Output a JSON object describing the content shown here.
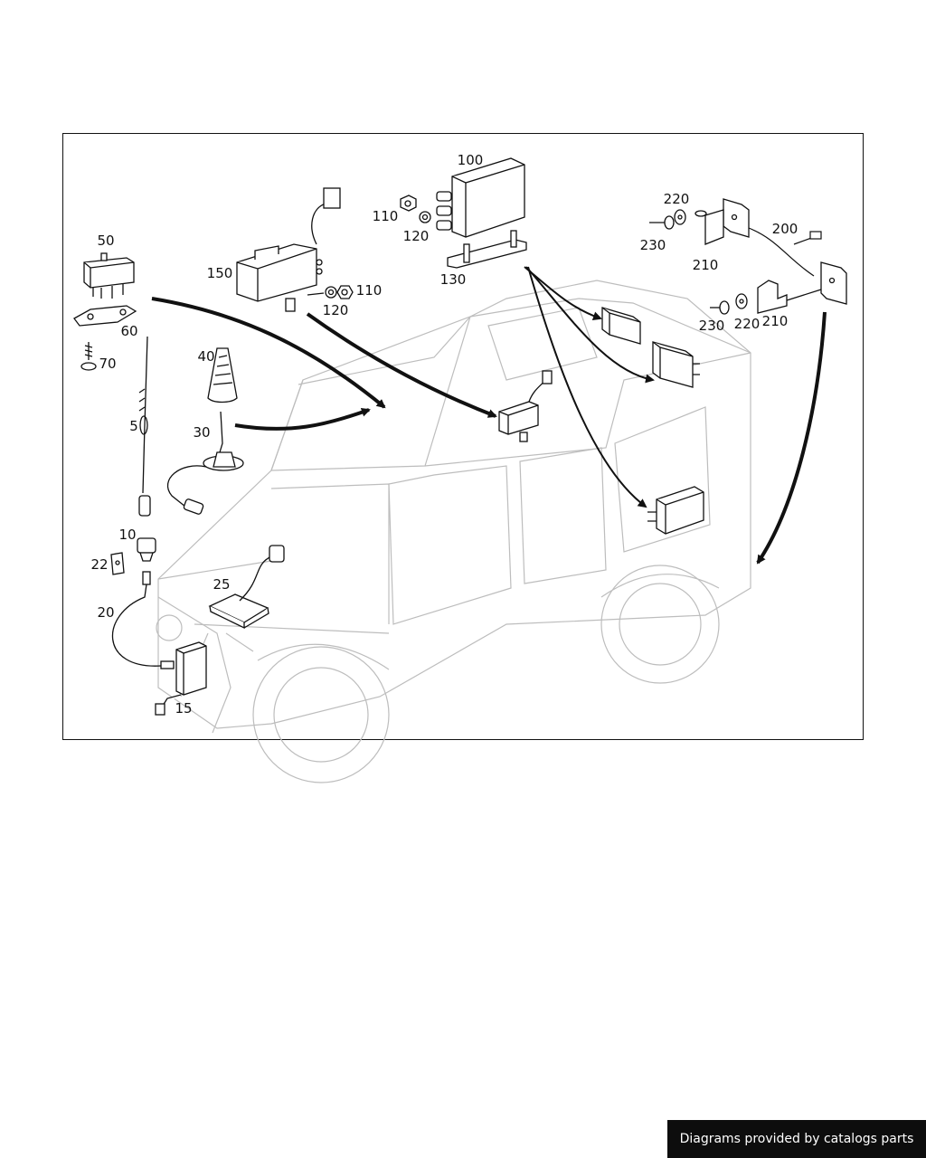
{
  "parts": {
    "p5": "5",
    "p10": "10",
    "p15": "15",
    "p20": "20",
    "p22": "22",
    "p25": "25",
    "p30": "30",
    "p40": "40",
    "p50": "50",
    "p60": "60",
    "p70": "70",
    "p100": "100",
    "p110": "110",
    "p120": "120",
    "p130": "130",
    "p150": "150",
    "p200": "200",
    "p210": "210",
    "p220": "220",
    "p230": "230"
  },
  "footer": {
    "credit": "Diagrams provided by catalogs parts"
  }
}
